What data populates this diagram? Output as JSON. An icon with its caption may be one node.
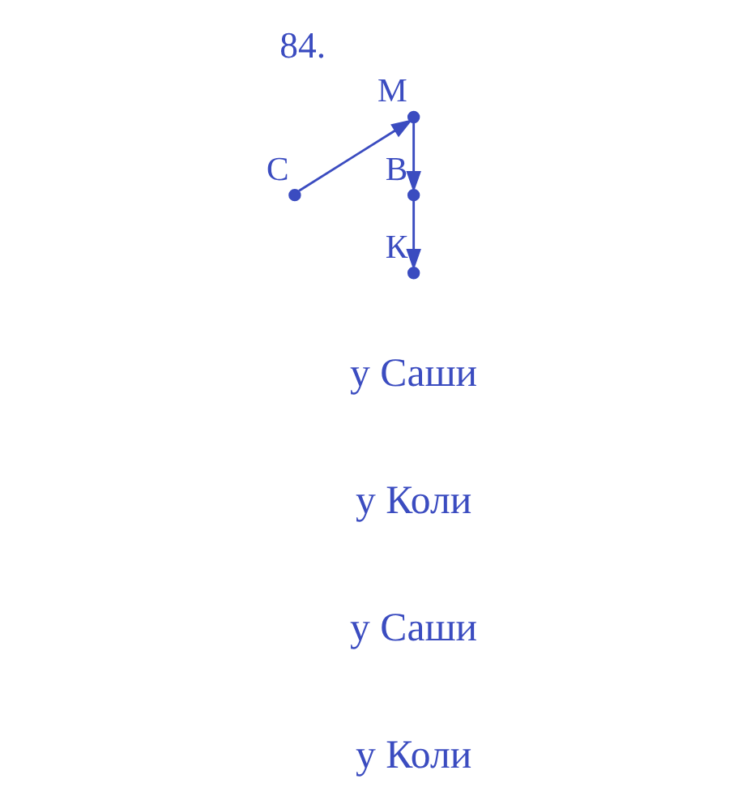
{
  "diagram": {
    "title": "84.",
    "nodes": [
      {
        "text": [],
        "shape": "circle",
        "beside": [
          "С"
        ]
      },
      {
        "text": [],
        "shape": "circle",
        "beside": [
          "М"
        ]
      },
      {
        "text": [],
        "shape": "circle",
        "beside": [
          "В"
        ]
      },
      {
        "text": [],
        "shape": "circle",
        "beside": [
          "К"
        ]
      }
    ],
    "edges": [
      {
        "from": 0,
        "to": 1,
        "arrow": "to"
      },
      {
        "from": 1,
        "to": 2,
        "arrow": "to"
      },
      {
        "from": 2,
        "to": 3,
        "arrow": "to"
      }
    ],
    "labels": [
      "у Саши",
      "у Коли",
      "у Саши",
      "у Коли"
    ]
  }
}
